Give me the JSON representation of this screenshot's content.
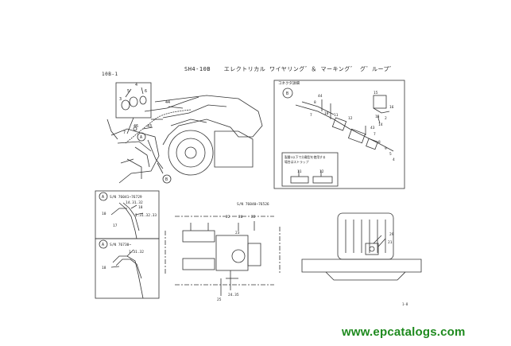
{
  "header": {
    "code": "SH4-10B",
    "title": "エレクトリカル ワイヤリング゛＆ マーキング゛ グ゛ループ゛"
  },
  "section_code": "10B-1",
  "main_view": {
    "callouts": [
      "44",
      "4",
      "6",
      "5",
      "3",
      "46",
      "43",
      "7",
      "A",
      "B"
    ]
  },
  "detail_b": {
    "title": "コネクタ詳細",
    "label": "B",
    "callouts": [
      "44",
      "8",
      "10",
      "11",
      "7",
      "12",
      "13",
      "15",
      "16",
      "14",
      "2",
      "43",
      "7",
      "8",
      "9",
      "5",
      "4"
    ],
    "note_line1": "製番1以下で分離型を使用する",
    "note_line2": "場合はストラップ",
    "parts": [
      "11",
      "12"
    ]
  },
  "detail_a1": {
    "label": "A",
    "sn": "S/N 76041~76729",
    "callouts": [
      "14.31.32",
      "18",
      "1.31.32.33",
      "10",
      "17"
    ]
  },
  "detail_a2": {
    "label": "A",
    "sn": "S/N 76730~",
    "callouts": [
      "1.31.32",
      "18"
    ]
  },
  "lower_mid": {
    "sn": "S/N 76040~76526",
    "callouts": [
      "22",
      "20",
      "22",
      "23",
      "25",
      "24.35"
    ]
  },
  "lower_right": {
    "callouts": [
      "29",
      "21"
    ]
  },
  "page_number": "1-8",
  "watermark": "www.epcatalogs.com"
}
